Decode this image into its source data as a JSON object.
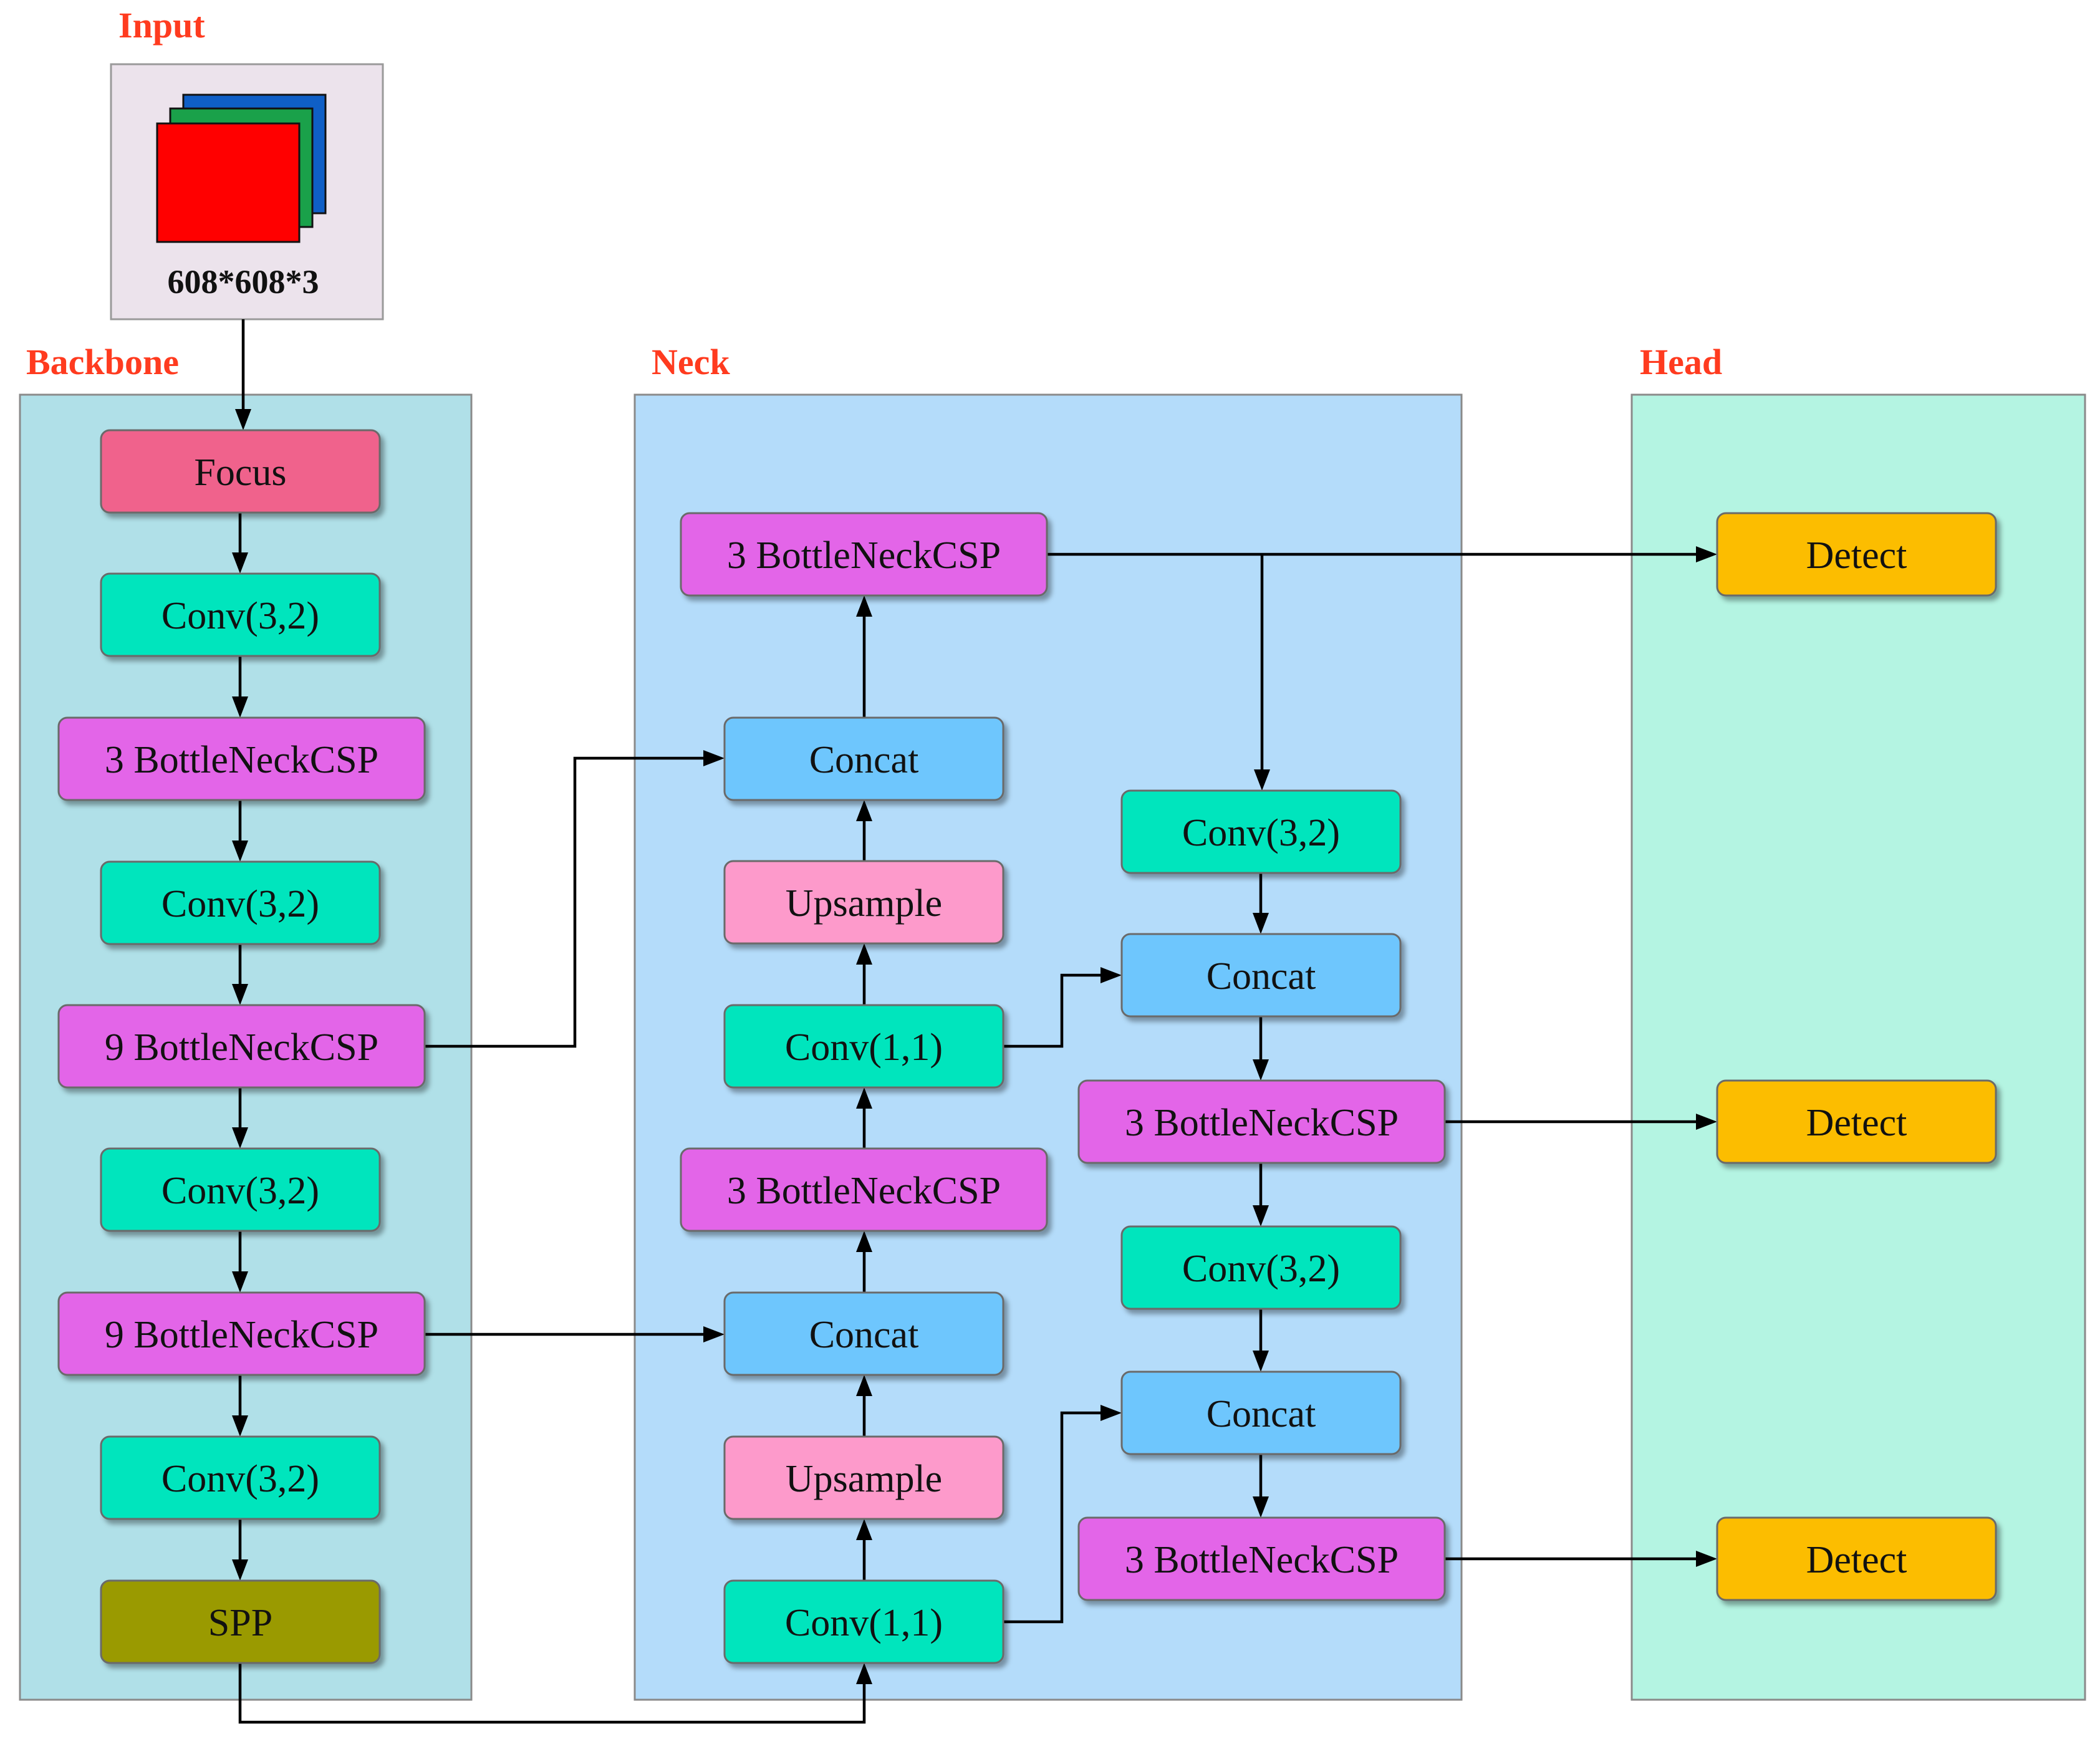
{
  "sections": {
    "input": "Input",
    "backbone": "Backbone",
    "neck": "Neck",
    "head": "Head"
  },
  "input": {
    "size_label": "608*608*3",
    "channel_colors": [
      "#0f5fc6",
      "#1aa14a",
      "#ff0000"
    ]
  },
  "colors": {
    "backbone_panel": "#b0e0e8",
    "neck_panel": "#b4dcfa",
    "head_panel": "#b4f4e2",
    "input_panel": "#ece3ec",
    "focus": "#f0628c",
    "conv": "#02e5bd",
    "bottleneck": "#e365e8",
    "spp": "#9a9a00",
    "concat": "#6ec6fd",
    "upsample": "#fd9acb",
    "detect": "#fcbd00",
    "section_title": "#ff3b1f"
  },
  "backbone": {
    "nodes": [
      {
        "id": "focus",
        "label": "Focus",
        "type": "focus"
      },
      {
        "id": "conv1",
        "label": "Conv(3,2)",
        "type": "conv"
      },
      {
        "id": "csp1",
        "label": "3 BottleNeckCSP",
        "type": "bottleneck"
      },
      {
        "id": "conv2",
        "label": "Conv(3,2)",
        "type": "conv"
      },
      {
        "id": "csp2",
        "label": "9 BottleNeckCSP",
        "type": "bottleneck"
      },
      {
        "id": "conv3",
        "label": "Conv(3,2)",
        "type": "conv"
      },
      {
        "id": "csp3",
        "label": "9 BottleNeckCSP",
        "type": "bottleneck"
      },
      {
        "id": "conv4",
        "label": "Conv(3,2)",
        "type": "conv"
      },
      {
        "id": "spp",
        "label": "SPP",
        "type": "spp"
      }
    ]
  },
  "neck": {
    "left_column": [
      {
        "id": "n_csp_top",
        "label": "3 BottleNeckCSP",
        "type": "bottleneck"
      },
      {
        "id": "n_concat1",
        "label": "Concat",
        "type": "concat"
      },
      {
        "id": "n_up1",
        "label": "Upsample",
        "type": "upsample"
      },
      {
        "id": "n_conv11a",
        "label": "Conv(1,1)",
        "type": "conv"
      },
      {
        "id": "n_csp_mid",
        "label": "3 BottleNeckCSP",
        "type": "bottleneck"
      },
      {
        "id": "n_concat2",
        "label": "Concat",
        "type": "concat"
      },
      {
        "id": "n_up2",
        "label": "Upsample",
        "type": "upsample"
      },
      {
        "id": "n_conv11b",
        "label": "Conv(1,1)",
        "type": "conv"
      }
    ],
    "right_column": [
      {
        "id": "r_conv1",
        "label": "Conv(3,2)",
        "type": "conv"
      },
      {
        "id": "r_concat1",
        "label": "Concat",
        "type": "concat"
      },
      {
        "id": "r_csp1",
        "label": "3 BottleNeckCSP",
        "type": "bottleneck"
      },
      {
        "id": "r_conv2",
        "label": "Conv(3,2)",
        "type": "conv"
      },
      {
        "id": "r_concat2",
        "label": "Concat",
        "type": "concat"
      },
      {
        "id": "r_csp2",
        "label": "3 BottleNeckCSP",
        "type": "bottleneck"
      }
    ]
  },
  "head": {
    "nodes": [
      {
        "id": "detect1",
        "label": "Detect",
        "type": "detect"
      },
      {
        "id": "detect2",
        "label": "Detect",
        "type": "detect"
      },
      {
        "id": "detect3",
        "label": "Detect",
        "type": "detect"
      }
    ]
  },
  "edges": [
    [
      "input",
      "focus"
    ],
    [
      "focus",
      "conv1"
    ],
    [
      "conv1",
      "csp1"
    ],
    [
      "csp1",
      "conv2"
    ],
    [
      "conv2",
      "csp2"
    ],
    [
      "csp2",
      "conv3"
    ],
    [
      "conv3",
      "csp3"
    ],
    [
      "csp3",
      "conv4"
    ],
    [
      "conv4",
      "spp"
    ],
    [
      "spp",
      "n_conv11b"
    ],
    [
      "n_conv11b",
      "n_up2"
    ],
    [
      "n_up2",
      "n_concat2"
    ],
    [
      "csp3",
      "n_concat2"
    ],
    [
      "n_concat2",
      "n_csp_mid"
    ],
    [
      "n_csp_mid",
      "n_conv11a"
    ],
    [
      "n_conv11a",
      "n_up1"
    ],
    [
      "n_up1",
      "n_concat1"
    ],
    [
      "csp2",
      "n_concat1"
    ],
    [
      "n_concat1",
      "n_csp_top"
    ],
    [
      "n_csp_top",
      "detect1"
    ],
    [
      "n_csp_top",
      "r_conv1"
    ],
    [
      "r_conv1",
      "r_concat1"
    ],
    [
      "n_conv11a",
      "r_concat1"
    ],
    [
      "r_concat1",
      "r_csp1"
    ],
    [
      "r_csp1",
      "detect2"
    ],
    [
      "r_csp1",
      "r_conv2"
    ],
    [
      "r_conv2",
      "r_concat2"
    ],
    [
      "n_conv11b",
      "r_concat2"
    ],
    [
      "r_concat2",
      "r_csp2"
    ],
    [
      "r_csp2",
      "detect3"
    ]
  ]
}
